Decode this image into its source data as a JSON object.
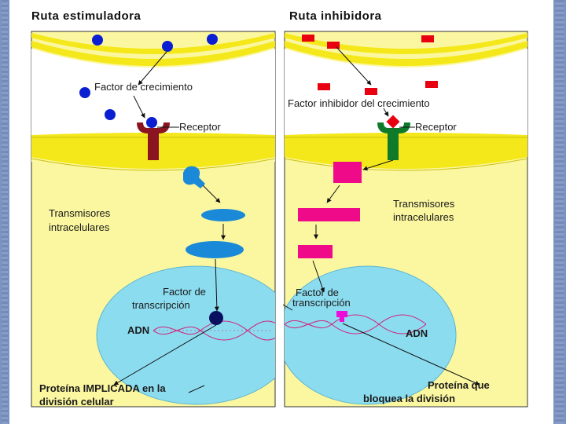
{
  "left": {
    "title": "Ruta estimuladora",
    "factor_label": "Factor de crecimiento",
    "receptor_label": "Receptor",
    "transmisores_line1": "Transmisores",
    "transmisores_line2": "intracelulares",
    "factor_trans_line1": "Factor de",
    "factor_trans_line2": "transcripción",
    "adn_label": "ADN",
    "protein_line1": "Proteína IMPLICADA en la",
    "protein_line2": "división celular"
  },
  "right": {
    "title": "Ruta inhibidora",
    "factor_label": "Factor inhibidor del crecimiento",
    "receptor_label": "Receptor",
    "transmisores_line1": "Transmisores",
    "transmisores_line2": "intracelulares",
    "factor_trans_line1": "Factor de",
    "factor_trans_line2": "transcripción",
    "adn_label": "ADN",
    "protein_line1": "Proteína que",
    "protein_line2": "bloquea la división"
  },
  "colors": {
    "cytoplasm": "#fbf7a0",
    "membrane": "#f4e81a",
    "nucleus": "#8cdcf0",
    "growth_factor": "#0a1ed2",
    "inhibitor": "#e80010",
    "receptor_left": "#8a1420",
    "receptor_right": "#0f7a2a",
    "transmisor_left": "#1a8ad8",
    "transmisor_right": "#ee0a88",
    "dna": "#d0207a"
  }
}
